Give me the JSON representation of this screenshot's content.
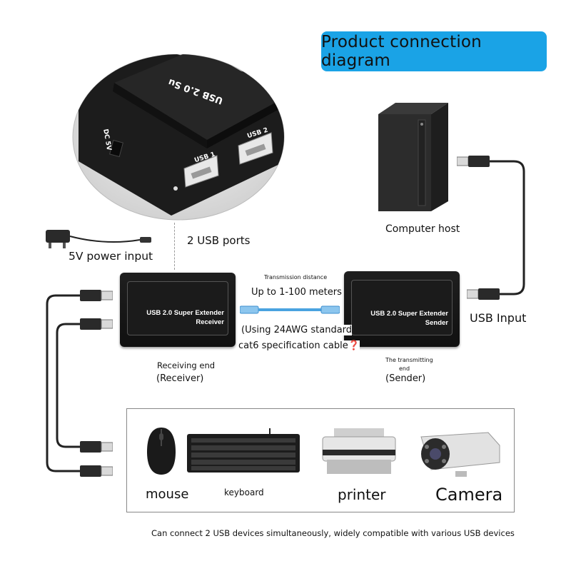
{
  "title": "Product connection diagram",
  "zoom": {
    "dc_label": "DC 5V",
    "usb1_label": "USB 1",
    "usb2_label": "USB 2",
    "top_label": "USB 2.0 Su"
  },
  "power_input_label": "5V power input",
  "usb_ports_label": "2 USB ports",
  "computer_host_label": "Computer host",
  "usb_input_label": "USB Input",
  "transmission": {
    "caption": "Transmission distance",
    "distance": "Up to 1-100 meters",
    "cable_line1": "(Using 24AWG standard",
    "cable_line2": "cat6 specification cable❓"
  },
  "receiver": {
    "line1": "USB 2.0 Super Extender",
    "line2": "Receiver",
    "caption_line1": "Receiving end",
    "caption_line2": "(Receiver)"
  },
  "sender": {
    "line1": "USB 2.0 Super Extender",
    "line2": "Sender",
    "caption_line1": "The transmitting",
    "caption_line2": "end",
    "caption_line3": "(Sender)"
  },
  "devices": {
    "mouse": "mouse",
    "keyboard": "keyboard",
    "printer": "printer",
    "camera": "Camera"
  },
  "footer": "Can connect 2 USB devices simultaneously, widely compatible with various USB devices",
  "colors": {
    "title_bg": "#1aa3e6",
    "cable_blue": "#4aa3e0"
  }
}
